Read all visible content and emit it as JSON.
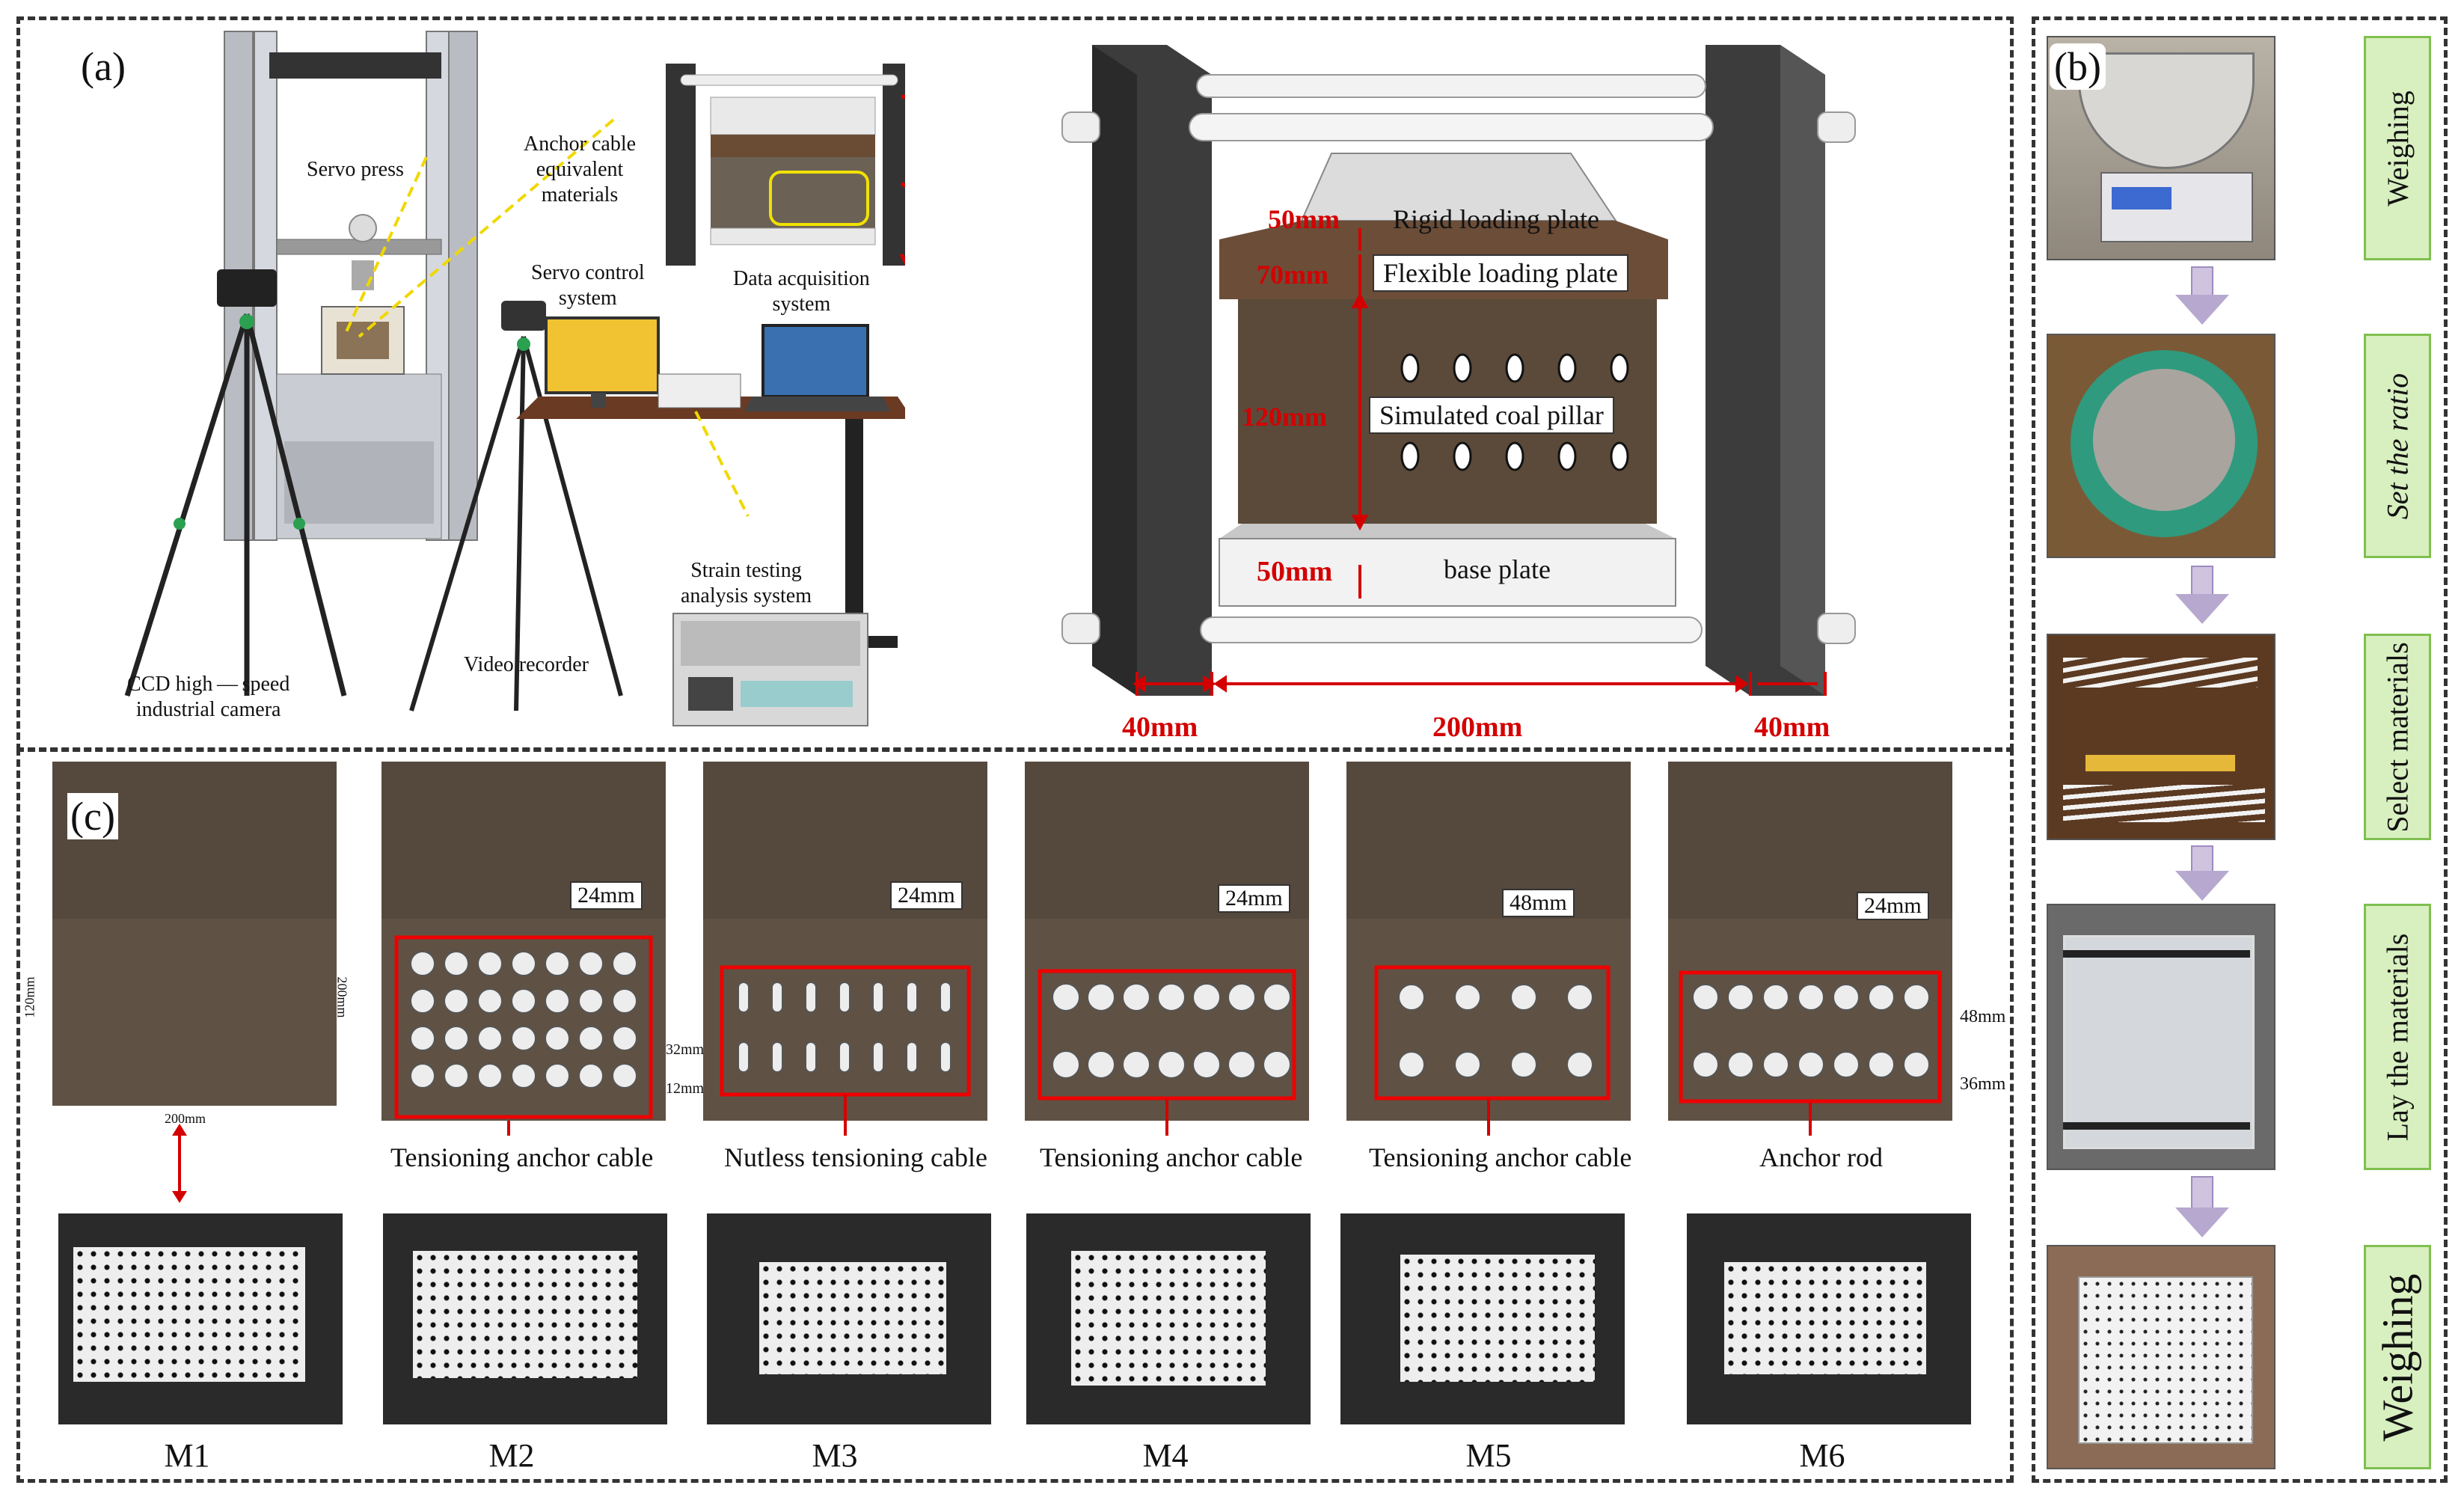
{
  "panels": {
    "a_label": "(a)",
    "b_label": "(b)",
    "c_label": "(c)"
  },
  "panel_a": {
    "servo_press": "Servo press",
    "anchor_cable": [
      "Anchor cable",
      "equivalent",
      "materials"
    ],
    "servo_control": [
      "Servo control",
      "system"
    ],
    "data_acquisition": [
      "Data acquisition",
      "system"
    ],
    "strain_testing": [
      "Strain testing",
      "analysis system"
    ],
    "ccd_camera": [
      "CCD high — speed",
      "industrial camera"
    ],
    "video_recorder": "Video recorder",
    "rigid_plate": "Rigid loading plate",
    "flexible_plate": "Flexible loading plate",
    "coal_pillar": "Simulated coal pillar",
    "base_plate": "base plate",
    "dim_50a": "50",
    "dim_70": "70",
    "dim_120": "120",
    "dim_50b": "50",
    "dim_40a": "40",
    "dim_200": "200",
    "dim_40b": "40",
    "unit": "mm"
  },
  "panel_b": {
    "steps": [
      "Weighing",
      "Set the ratio",
      "Select materials",
      "Lay the materials",
      "Weighing"
    ]
  },
  "panel_c": {
    "m1_dims": {
      "h": "120mm",
      "w": "200mm",
      "d": "200mm"
    },
    "m2_spacing": "24mm",
    "m2_side": {
      "a": "32mm",
      "b": "12mm"
    },
    "m3_spacing": "24mm",
    "m4_spacing": "24mm",
    "m5_spacing": "48mm",
    "m6_spacing": "24mm",
    "m6_side": {
      "a": "48mm",
      "b": "36mm"
    },
    "descriptions": [
      "Tensioning anchor cable",
      "Nutless tensioning cable",
      "Tensioning anchor cable",
      "Tensioning anchor cable",
      "Anchor rod"
    ],
    "models": [
      "M1",
      "M2",
      "M3",
      "M4",
      "M5",
      "M6"
    ]
  },
  "colors": {
    "dimension_red": "#d40000",
    "step_label_green": "#d8efc0",
    "arrow_purple": "#b7a8cf",
    "coal_brown": "#5b4a3a",
    "frame_dark": "#3c3c3c"
  }
}
